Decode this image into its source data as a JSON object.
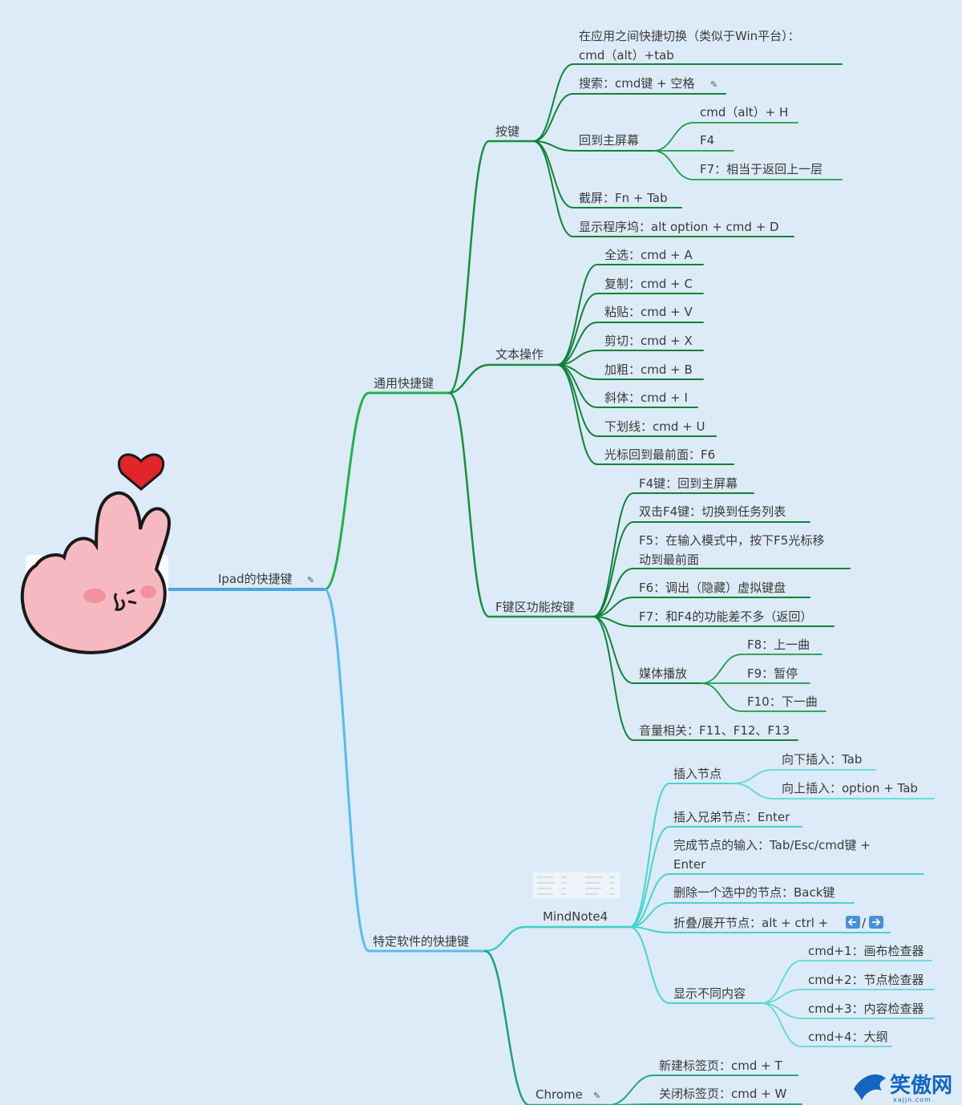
{
  "colors": {
    "background": "#dcebf7",
    "branch_general": "#19a24a",
    "branch_general_dark": "#0f7a35",
    "branch_specific": "#4fb3e6",
    "branch_mindnote": "#3ccfc8",
    "branch_chrome": "#22a08a",
    "heart": "#e0262b",
    "hand": "#f5b5bd"
  },
  "root": {
    "label": "Ipad的快捷键",
    "icon": "note-icon"
  },
  "general": {
    "label": "通用快捷键",
    "keys": {
      "label": "按键",
      "switch_apps_line1": "在应用之间快捷切换（类似于Win平台）：",
      "switch_apps_line2": "cmd（alt）+tab",
      "search": "搜索：cmd键 + 空格",
      "home": {
        "label": "回到主屏幕",
        "items": [
          "cmd（alt）+ H",
          "F4",
          "F7：相当于返回上一层"
        ]
      },
      "screenshot": "截屏：Fn + Tab",
      "dock": "显示程序坞：alt option + cmd + D"
    },
    "text_ops": {
      "label": "文本操作",
      "items": [
        "全选：cmd + A",
        "复制：cmd + C",
        "粘贴：cmd + V",
        "剪切：cmd + X",
        "加粗：cmd + B",
        "斜体：cmd + I",
        "下划线：cmd + U",
        "光标回到最前面：F6"
      ]
    },
    "fkeys": {
      "label": "F键区功能按键",
      "f4": "F4键：回到主屏幕",
      "f4_double": "双击F4键：切换到任务列表",
      "f5_line1": "F5：在输入模式中，按下F5光标移",
      "f5_line2": "动到最前面",
      "f6": "F6：调出（隐藏）虚拟键盘",
      "f7": "F7：和F4的功能差不多（返回）",
      "media": {
        "label": "媒体播放",
        "items": [
          "F8：上一曲",
          "F9：暂停",
          "F10：下一曲"
        ]
      },
      "volume": "音量相关：F11、F12、F13"
    }
  },
  "specific": {
    "label": "特定软件的快捷键",
    "mindnote": {
      "label": "MindNote4",
      "insert": {
        "label": "插入节点",
        "items": [
          "向下插入：Tab",
          "向上插入：option + Tab"
        ]
      },
      "sibling": "插入兄弟节点：Enter",
      "finish_line1": "完成节点的输入：Tab/Esc/cmd键 +",
      "finish_line2": "Enter",
      "delete": "删除一个选中的节点：Back键",
      "fold": "折叠/展开节点：alt + ctrl +",
      "fold_sep": "/",
      "display": {
        "label": "显示不同内容",
        "items": [
          "cmd+1：画布检查器",
          "cmd+2：节点检查器",
          "cmd+3：内容检查器",
          "cmd+4：大纲"
        ]
      }
    },
    "chrome": {
      "label": "Chrome",
      "icon": "note-icon",
      "items": [
        "新建标签页：cmd + T",
        "关闭标签页：cmd + W"
      ]
    }
  },
  "watermark": {
    "main": "笑傲网",
    "sub": "xajjn.com"
  }
}
